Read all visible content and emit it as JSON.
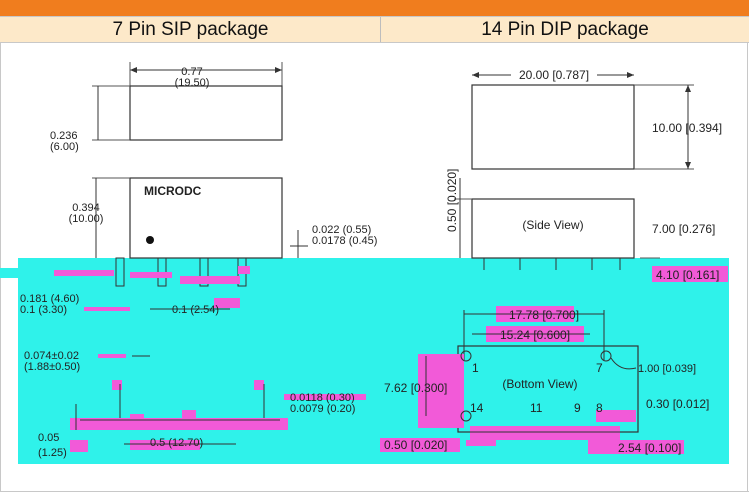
{
  "headers": {
    "left": "7 Pin SIP package",
    "right": "14 Pin DIP package"
  },
  "sip": {
    "width_in": "0.77",
    "width_mm": "(19.50)",
    "top_h_in": "0.236",
    "top_h_mm": "(6.00)",
    "brand": "MICRODC",
    "body_h_in": "0.394",
    "body_h_mm": "(10.00)",
    "pin_w_in": "0.022 (0.55)",
    "pin_w2_in": "0.0178 (0.45)",
    "pin_len": "0.181 (4.60)",
    "pin_len2": "0.1 (3.30)",
    "pitch": "0.1 (2.54)",
    "pin_thk_in": "0.074±0.02",
    "pin_thk_mm": "(1.88±0.50)",
    "lead_thk1": "0.0118 (0.30)",
    "lead_thk2": "0.0079 (0.20)",
    "span": "0.5 (12.70)",
    "bottom_in": "0.05",
    "bottom_mm": "(1.25)"
  },
  "dip": {
    "width": "20.00 [0.787]",
    "height": "10.00 [0.394]",
    "standoff": "0.50 [0.020]",
    "side_view": "(Side View)",
    "body_h": "7.00 [0.276]",
    "pin_len": "4.10 [0.161]",
    "row_span": "17.78 [0.700]",
    "inner_span": "15.24 [0.600]",
    "pin_dia": "1.00 [0.039]",
    "row_pitch": "7.62 [0.300]",
    "bottom_view": "(Bottom View)",
    "pin1": "1",
    "pin7": "7",
    "pin14": "14",
    "pin11": "11",
    "pin9": "9",
    "pin8": "8",
    "lead_w": "0.30 [0.012]",
    "pad": "0.50 [0.020]",
    "pitch": "2.54 [0.100]"
  },
  "colors": {
    "header_bar": "#f07d1e",
    "header_bg": "#fde9c9",
    "artifact_cyan": "#2ff2ea",
    "artifact_magenta": "#f25ad8"
  }
}
